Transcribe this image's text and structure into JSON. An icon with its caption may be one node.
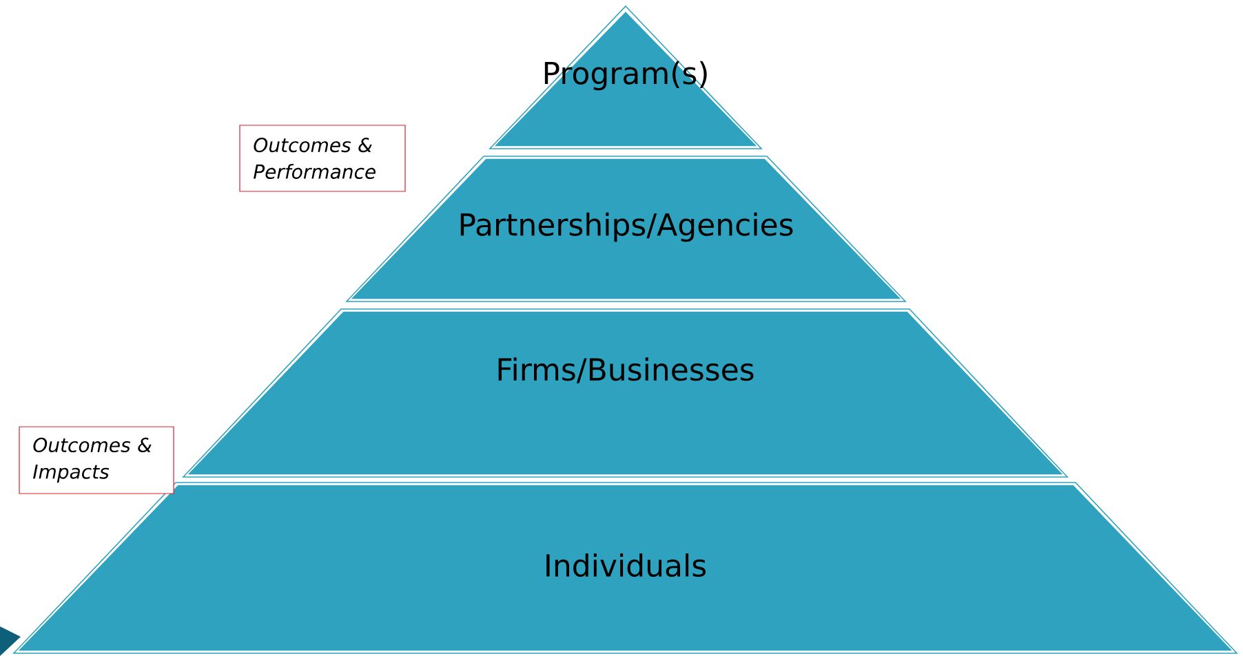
{
  "diagram": {
    "nodes": [
      {
        "text": [
          "Program(s)"
        ]
      },
      {
        "text": [
          "Partnerships/Agencies"
        ]
      },
      {
        "text": [
          "Firms/Businesses"
        ]
      },
      {
        "text": [
          "Individuals"
        ]
      },
      {
        "text": [
          "Outcomes & Performance"
        ]
      },
      {
        "text": [
          "Outcomes & Impacts"
        ]
      }
    ]
  }
}
